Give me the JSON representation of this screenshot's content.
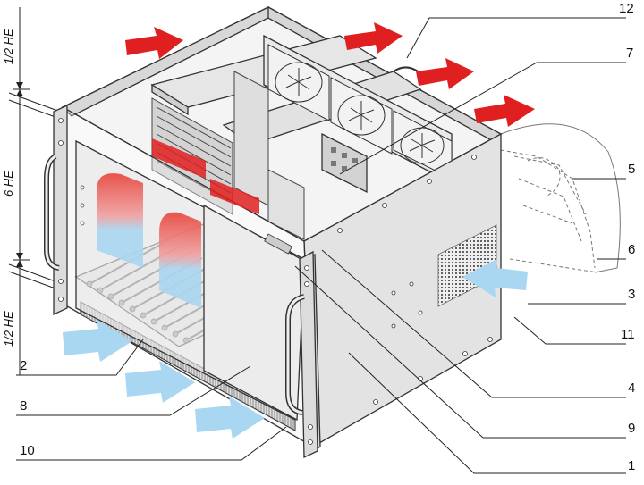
{
  "dimensions": {
    "top": "1/2 HE",
    "middle": "6 HE",
    "bottom": "1/2 HE"
  },
  "callouts": [
    "12",
    "7",
    "5",
    "6",
    "3",
    "11",
    "4",
    "9",
    "1",
    "2",
    "8",
    "10"
  ],
  "colors": {
    "hot_air": "#e02020",
    "cool_air": "#a9d6f0",
    "chassis": "#e4e4e4",
    "panel": "#ececec",
    "frame": "#cfcfcf"
  }
}
